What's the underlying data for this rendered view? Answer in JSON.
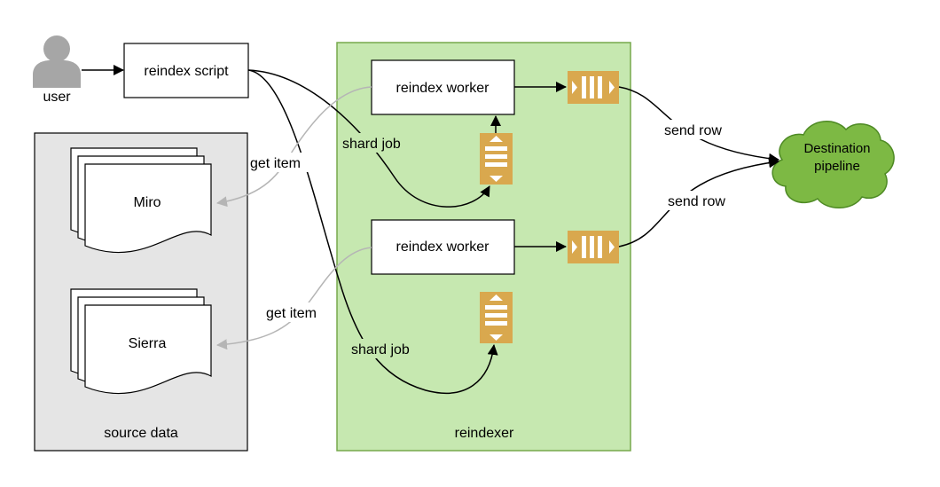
{
  "user": {
    "label": "user"
  },
  "script": {
    "label": "reindex script"
  },
  "source_data": {
    "label": "source data",
    "docs": [
      "Miro",
      "Sierra"
    ]
  },
  "reindexer": {
    "label": "reindexer",
    "workers": [
      "reindex worker",
      "reindex worker"
    ]
  },
  "destination": {
    "line1": "Destination",
    "line2": "pipeline"
  },
  "edges": {
    "shard_job_top": "shard job",
    "shard_job_bottom": "shard job",
    "get_item_top": "get item",
    "get_item_bottom": "get item",
    "send_row_top": "send row",
    "send_row_bottom": "send row"
  },
  "colors": {
    "source_bg": "#e5e5e5",
    "reindexer_bg": "#c6e8b0",
    "reindexer_border": "#77a84c",
    "queue": "#d9a84e",
    "cloud_fill": "#7db944",
    "cloud_stroke": "#4e8a24",
    "user_icon": "#a6a6a6",
    "request_line": "#b5b5b5"
  }
}
